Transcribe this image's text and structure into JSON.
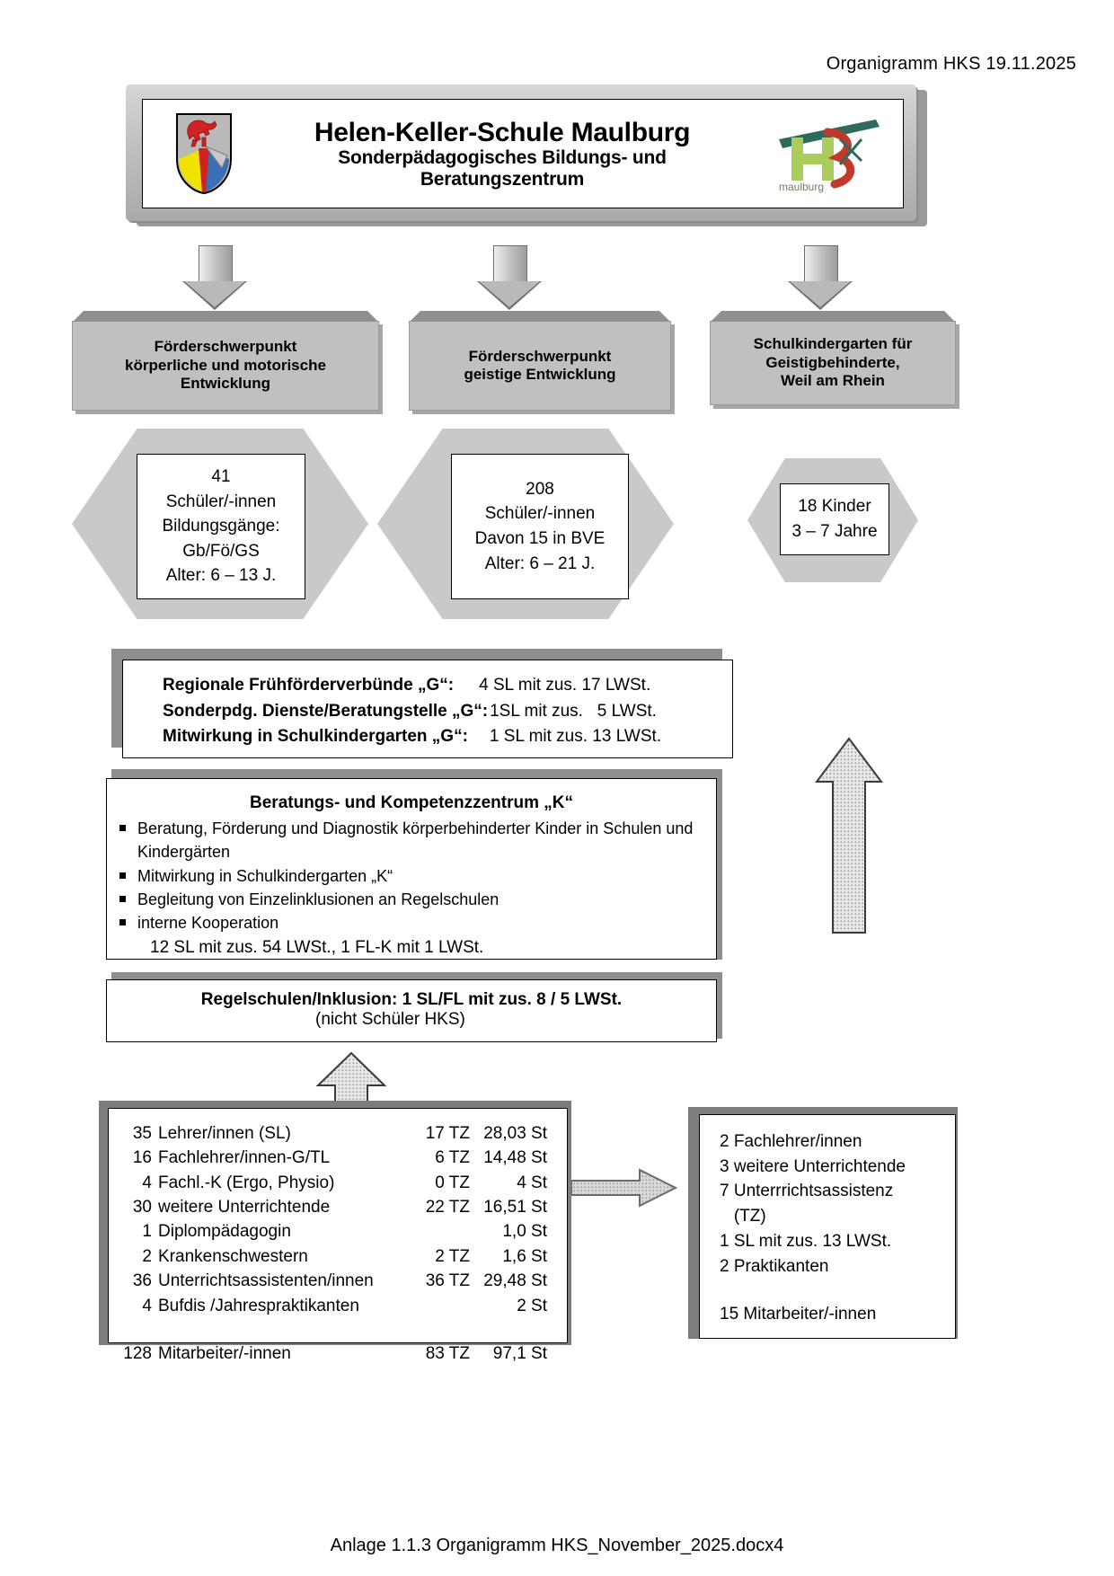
{
  "header": {
    "date_label": "Organigramm HKS 19.11.2025"
  },
  "title_banner": {
    "school_name": "Helen-Keller-Schule Maulburg",
    "subtitle_line1": "Sonderpädagogisches Bildungs- und",
    "subtitle_line2": "Beratungszentrum",
    "crest_name": "maulburg-coat-of-arms",
    "logo_text": "HKS",
    "logo_sub": "maulburg"
  },
  "departments": [
    {
      "line1": "Förderschwerpunkt",
      "line2": "körperliche und motorische",
      "line3": "Entwicklung"
    },
    {
      "line1": "Förderschwerpunkt",
      "line2": "geistige Entwicklung",
      "line3": ""
    },
    {
      "line1": "Schulkindergarten für",
      "line2": "Geistigbehinderte,",
      "line3": "Weil am Rhein"
    }
  ],
  "hexagons": [
    {
      "lines": [
        "41",
        "Schüler/-innen",
        "Bildungsgänge:",
        "Gb/Fö/GS",
        "Alter: 6 – 13 J."
      ]
    },
    {
      "lines": [
        "208",
        "Schüler/-innen",
        "Davon 15 in BVE",
        "Alter: 6 – 21 J."
      ]
    },
    {
      "lines": [
        "18 Kinder",
        "3 – 7 Jahre"
      ]
    }
  ],
  "service_box_g": {
    "rows": [
      {
        "key": "Regionale Frühförderverbünde „G“:",
        "value": "4 SL mit zus. 17 LWSt."
      },
      {
        "key": "Sonderpdg. Dienste/Beratungstelle „G“:",
        "value": "1SL mit zus.   5 LWSt."
      },
      {
        "key": "Mitwirkung in Schulkindergarten „G“:",
        "value": "1 SL mit zus. 13 LWSt."
      }
    ]
  },
  "competence_box_k": {
    "title": "Beratungs- und Kompetenzzentrum „K“",
    "bullets": [
      "Beratung, Förderung und Diagnostik körperbehinderter Kinder in Schulen und Kindergärten",
      "Mitwirkung in Schulkindergarten „K“",
      "Begleitung von Einzelinklusionen an Regelschulen",
      "interne Kooperation"
    ],
    "footnote": "12 SL mit zus. 54 LWSt., 1 FL-K mit 1 LWSt."
  },
  "inclusion_box": {
    "title": "Regelschulen/Inklusion:  1 SL/FL mit zus. 8 / 5 LWSt.",
    "note": "(nicht Schüler HKS)"
  },
  "staff_table": {
    "rows": [
      {
        "count": "35",
        "label": "Lehrer/innen (SL)",
        "tz": "17 TZ",
        "st": "28,03 St"
      },
      {
        "count": "16",
        "label": "Fachlehrer/innen-G/TL",
        "tz": "6 TZ",
        "st": "14,48 St"
      },
      {
        "count": "4",
        "label": "Fachl.-K  (Ergo, Physio)",
        "tz": "0 TZ",
        "st": "4 St"
      },
      {
        "count": "30",
        "label": "weitere Unterrichtende",
        "tz": "22 TZ",
        "st": "16,51 St"
      },
      {
        "count": "1",
        "label": "Diplompädagogin",
        "tz": "",
        "st": "1,0 St"
      },
      {
        "count": "2",
        "label": "Krankenschwestern",
        "tz": "2 TZ",
        "st": "1,6 St"
      },
      {
        "count": "36",
        "label": "Unterrichtsassistenten/innen",
        "tz": "36 TZ",
        "st": "29,48 St"
      },
      {
        "count": "4",
        "label": "Bufdis /Jahrespraktikanten",
        "tz": "",
        "st": "2 St"
      }
    ],
    "total": {
      "count": "128",
      "label": "Mitarbeiter/-innen",
      "tz": "83 TZ",
      "st": "97,1 St"
    }
  },
  "right_box": {
    "rows": [
      "2 Fachlehrer/innen",
      "3 weitere Unterrichtende",
      "7 Unterrrichtsassistenz",
      "   (TZ)",
      "1 SL mit  zus. 13 LWSt.",
      "2 Praktikanten"
    ],
    "total": "15 Mitarbeiter/-innen"
  },
  "footer": {
    "text": "Anlage 1.1.3 Organigramm HKS_November_2025.docx4"
  },
  "colors": {
    "slab_grey": "#c0c0c0",
    "shadow_grey": "#8f8f8f",
    "hex_grey": "#c9c9c9",
    "logo_green": "#a9cc5a",
    "logo_teal": "#2e6b5e",
    "logo_red": "#c0392b"
  }
}
